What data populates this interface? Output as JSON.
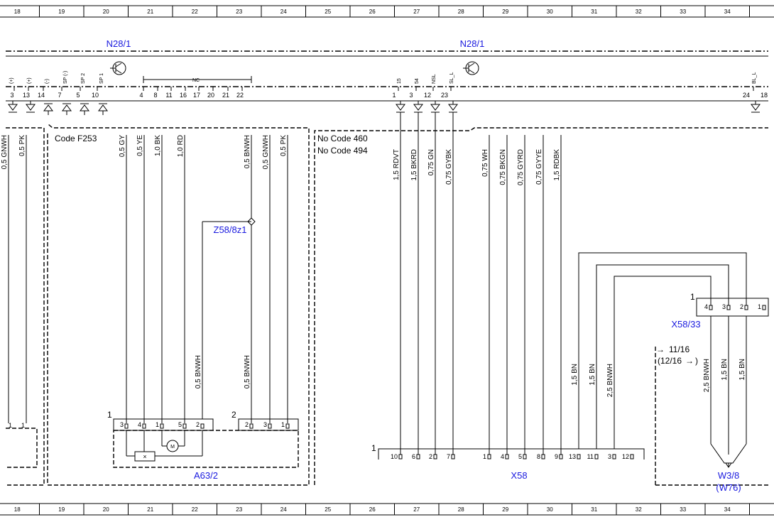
{
  "ruler": [
    "18",
    "19",
    "20",
    "21",
    "22",
    "23",
    "24",
    "25",
    "26",
    "27",
    "28",
    "29",
    "30",
    "31",
    "32",
    "33",
    "34"
  ],
  "components": {
    "n28_left": "N28/1",
    "n28_right": "N28/1",
    "a63": "A63/2",
    "x58": "X58",
    "x58_33": "X58/33",
    "w3_8": "W3/8",
    "w76": "(W76)",
    "z58": "Z58/8z1"
  },
  "codes": {
    "f253": "Code F253",
    "no460": "No Code 460",
    "no494": "No Code 494"
  },
  "refs": {
    "r1": "11/16",
    "r2": "(12/16",
    "arrow": "→",
    "close": ")"
  },
  "module": {
    "nc": "NC",
    "motor": "M",
    "x": "×",
    "pins_left": [
      "3",
      "13",
      "14",
      "7",
      "5",
      "10",
      "4",
      "8",
      "11",
      "16",
      "17",
      "20",
      "21",
      "22"
    ],
    "pins_right": [
      "1",
      "3",
      "12",
      "23",
      "24",
      "18"
    ],
    "signals_left": [
      "(+)",
      "(+)",
      "(-)",
      "SP (-)",
      "SP 2",
      "SP 1"
    ],
    "signals_right": [
      "15",
      "54",
      "NSL",
      "SL_L",
      "BL_L"
    ]
  },
  "wires": {
    "left": [
      "0,5 GNWH",
      "0,5 PK"
    ],
    "a63_top": [
      "0,5 GY",
      "0,5 YE",
      "1,0 BK",
      "1,0 RD"
    ],
    "right_top": [
      "0,5 BNWH",
      "0,5 GNWH",
      "0,5 PK"
    ],
    "bnwh1": "0,5 BNWH",
    "bnwh2": "0,5 BNWH",
    "x58_top": [
      "1,5 RDVT",
      "1,5 BKRD",
      "0,75 GN",
      "0,75 GYBK",
      "0,75 WH",
      "0,75 BKGN",
      "0,75 GYRD",
      "0,75 GYYE",
      "1,5 RDBK"
    ],
    "x58_low": [
      "1,5 BN",
      "1,5 BN",
      "2,5 BNWH"
    ],
    "w3_low": [
      "2,5 BNWH",
      "1,5 BN",
      "1,5 BN"
    ]
  },
  "connector_pins": {
    "left_partial": [
      "1",
      "1"
    ],
    "a63_c1": [
      "3",
      "4",
      "1",
      "5",
      "2"
    ],
    "a63_c2": [
      "2",
      "3",
      "1"
    ],
    "a63_c1_num": "1",
    "a63_c2_num": "2",
    "x58": [
      "10",
      "6",
      "2",
      "7",
      "1",
      "4",
      "5",
      "8",
      "9",
      "13",
      "11",
      "3",
      "12"
    ],
    "x58_num": "1",
    "x58_33": [
      "4",
      "3",
      "2",
      "1"
    ],
    "x58_33_num": "1"
  }
}
